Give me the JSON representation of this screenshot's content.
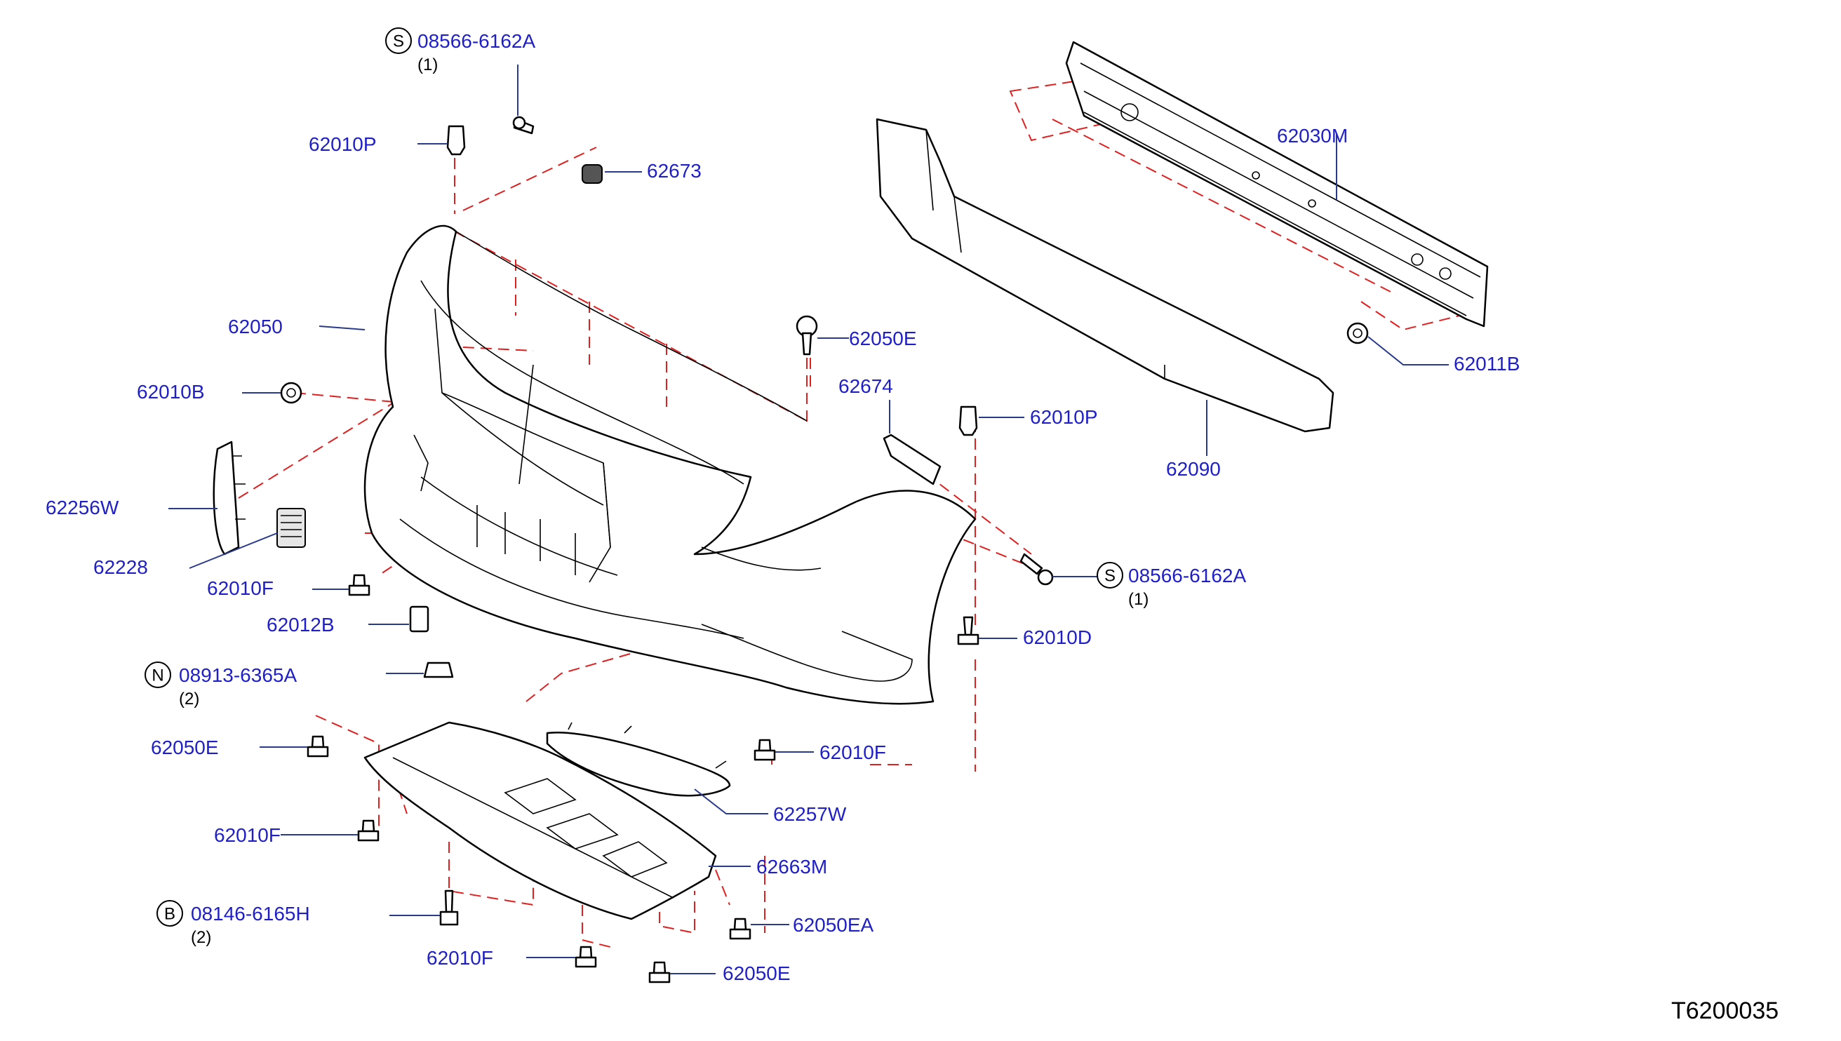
{
  "labels": {
    "bolt_top": "08566-6162A",
    "bolt_top_qty": "(1)",
    "clip_p_top": "62010P",
    "p62673": "62673",
    "p62030m": "62030M",
    "p62050": "62050",
    "p62050e_right": "62050E",
    "p62010b": "62010B",
    "p62011b": "62011B",
    "p62674": "62674",
    "clip_p_right": "62010P",
    "p62090": "62090",
    "p62256w": "62256W",
    "bolt_right": "08566-6162A",
    "bolt_right_qty": "(1)",
    "p62228": "62228",
    "p62010f_left": "62010F",
    "p62012b": "62012B",
    "p62010d": "62010D",
    "nut": "08913-6365A",
    "nut_qty": "(2)",
    "p62050e_left": "62050E",
    "p62010f_mid": "62010F",
    "p62257w": "62257W",
    "p62010f_low": "62010F",
    "p62663m": "62663M",
    "bolt_b": "08146-6165H",
    "bolt_b_qty": "(2)",
    "p62050ea": "62050EA",
    "p62010f_bottom": "62010F",
    "p62050e_bottom": "62050E",
    "diagram_ref": "T6200035"
  },
  "symbols": {
    "s_top": "S",
    "s_right": "S",
    "n": "N",
    "b": "B"
  },
  "colors": {
    "label": "#1f1fc8",
    "phantom_line": "#e02020",
    "leader": "#2a3a8a"
  }
}
